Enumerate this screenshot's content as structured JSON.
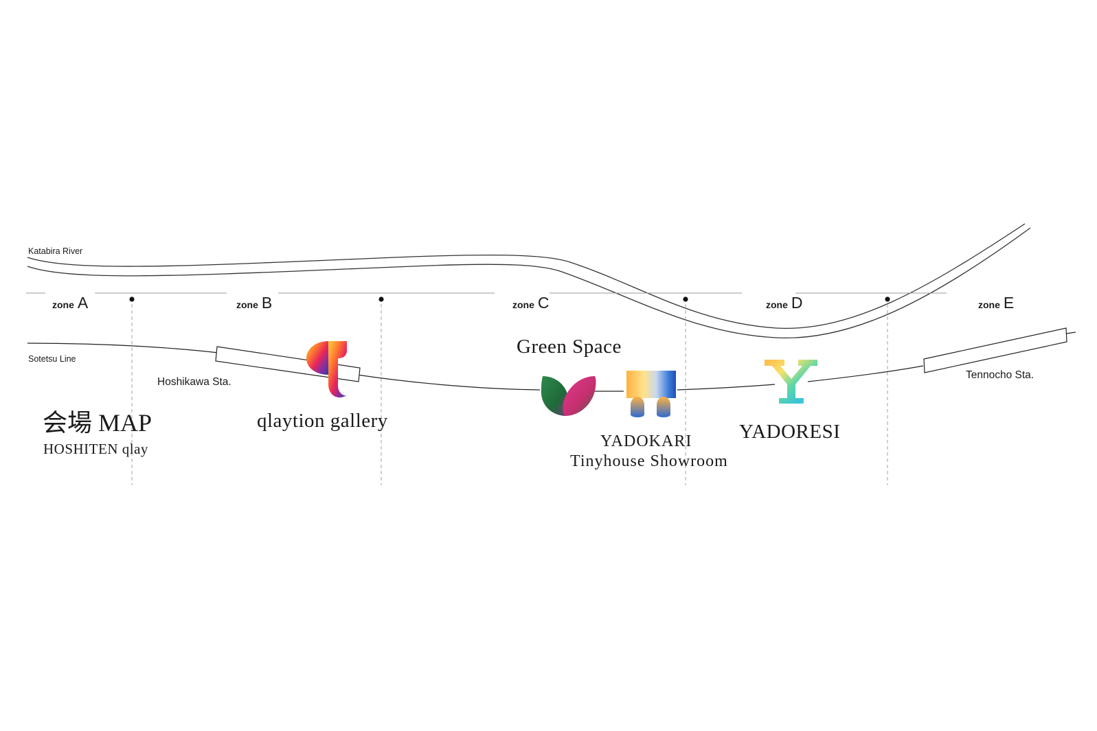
{
  "map": {
    "title": "会場 MAP",
    "subtitle": "HOSHITEN qlay",
    "river_label": "Katabira River",
    "rail_label": "Sotetsu Line"
  },
  "zones": [
    {
      "word": "zone",
      "letter": "A"
    },
    {
      "word": "zone",
      "letter": "B"
    },
    {
      "word": "zone",
      "letter": "C"
    },
    {
      "word": "zone",
      "letter": "D"
    },
    {
      "word": "zone",
      "letter": "E"
    }
  ],
  "stations": [
    {
      "name": "Hoshikawa Sta."
    },
    {
      "name": "Tennocho Sta."
    }
  ],
  "venues": {
    "qlaytion": {
      "name": "qlaytion gallery",
      "icon": "q-logo-icon"
    },
    "green_space": {
      "name": "Green Space",
      "icon": "leaf-logo-icon"
    },
    "yadokari": {
      "line1": "YADOKARI",
      "line2": "Tinyhouse Showroom",
      "icon": "tinyhouse-logo-icon"
    },
    "yadoresi": {
      "name": "YADORESI",
      "icon": "y-logo-icon"
    }
  },
  "colors": {
    "line": "#222222",
    "zone_line": "#9a9a9a",
    "divider": "#a0a0a0"
  }
}
